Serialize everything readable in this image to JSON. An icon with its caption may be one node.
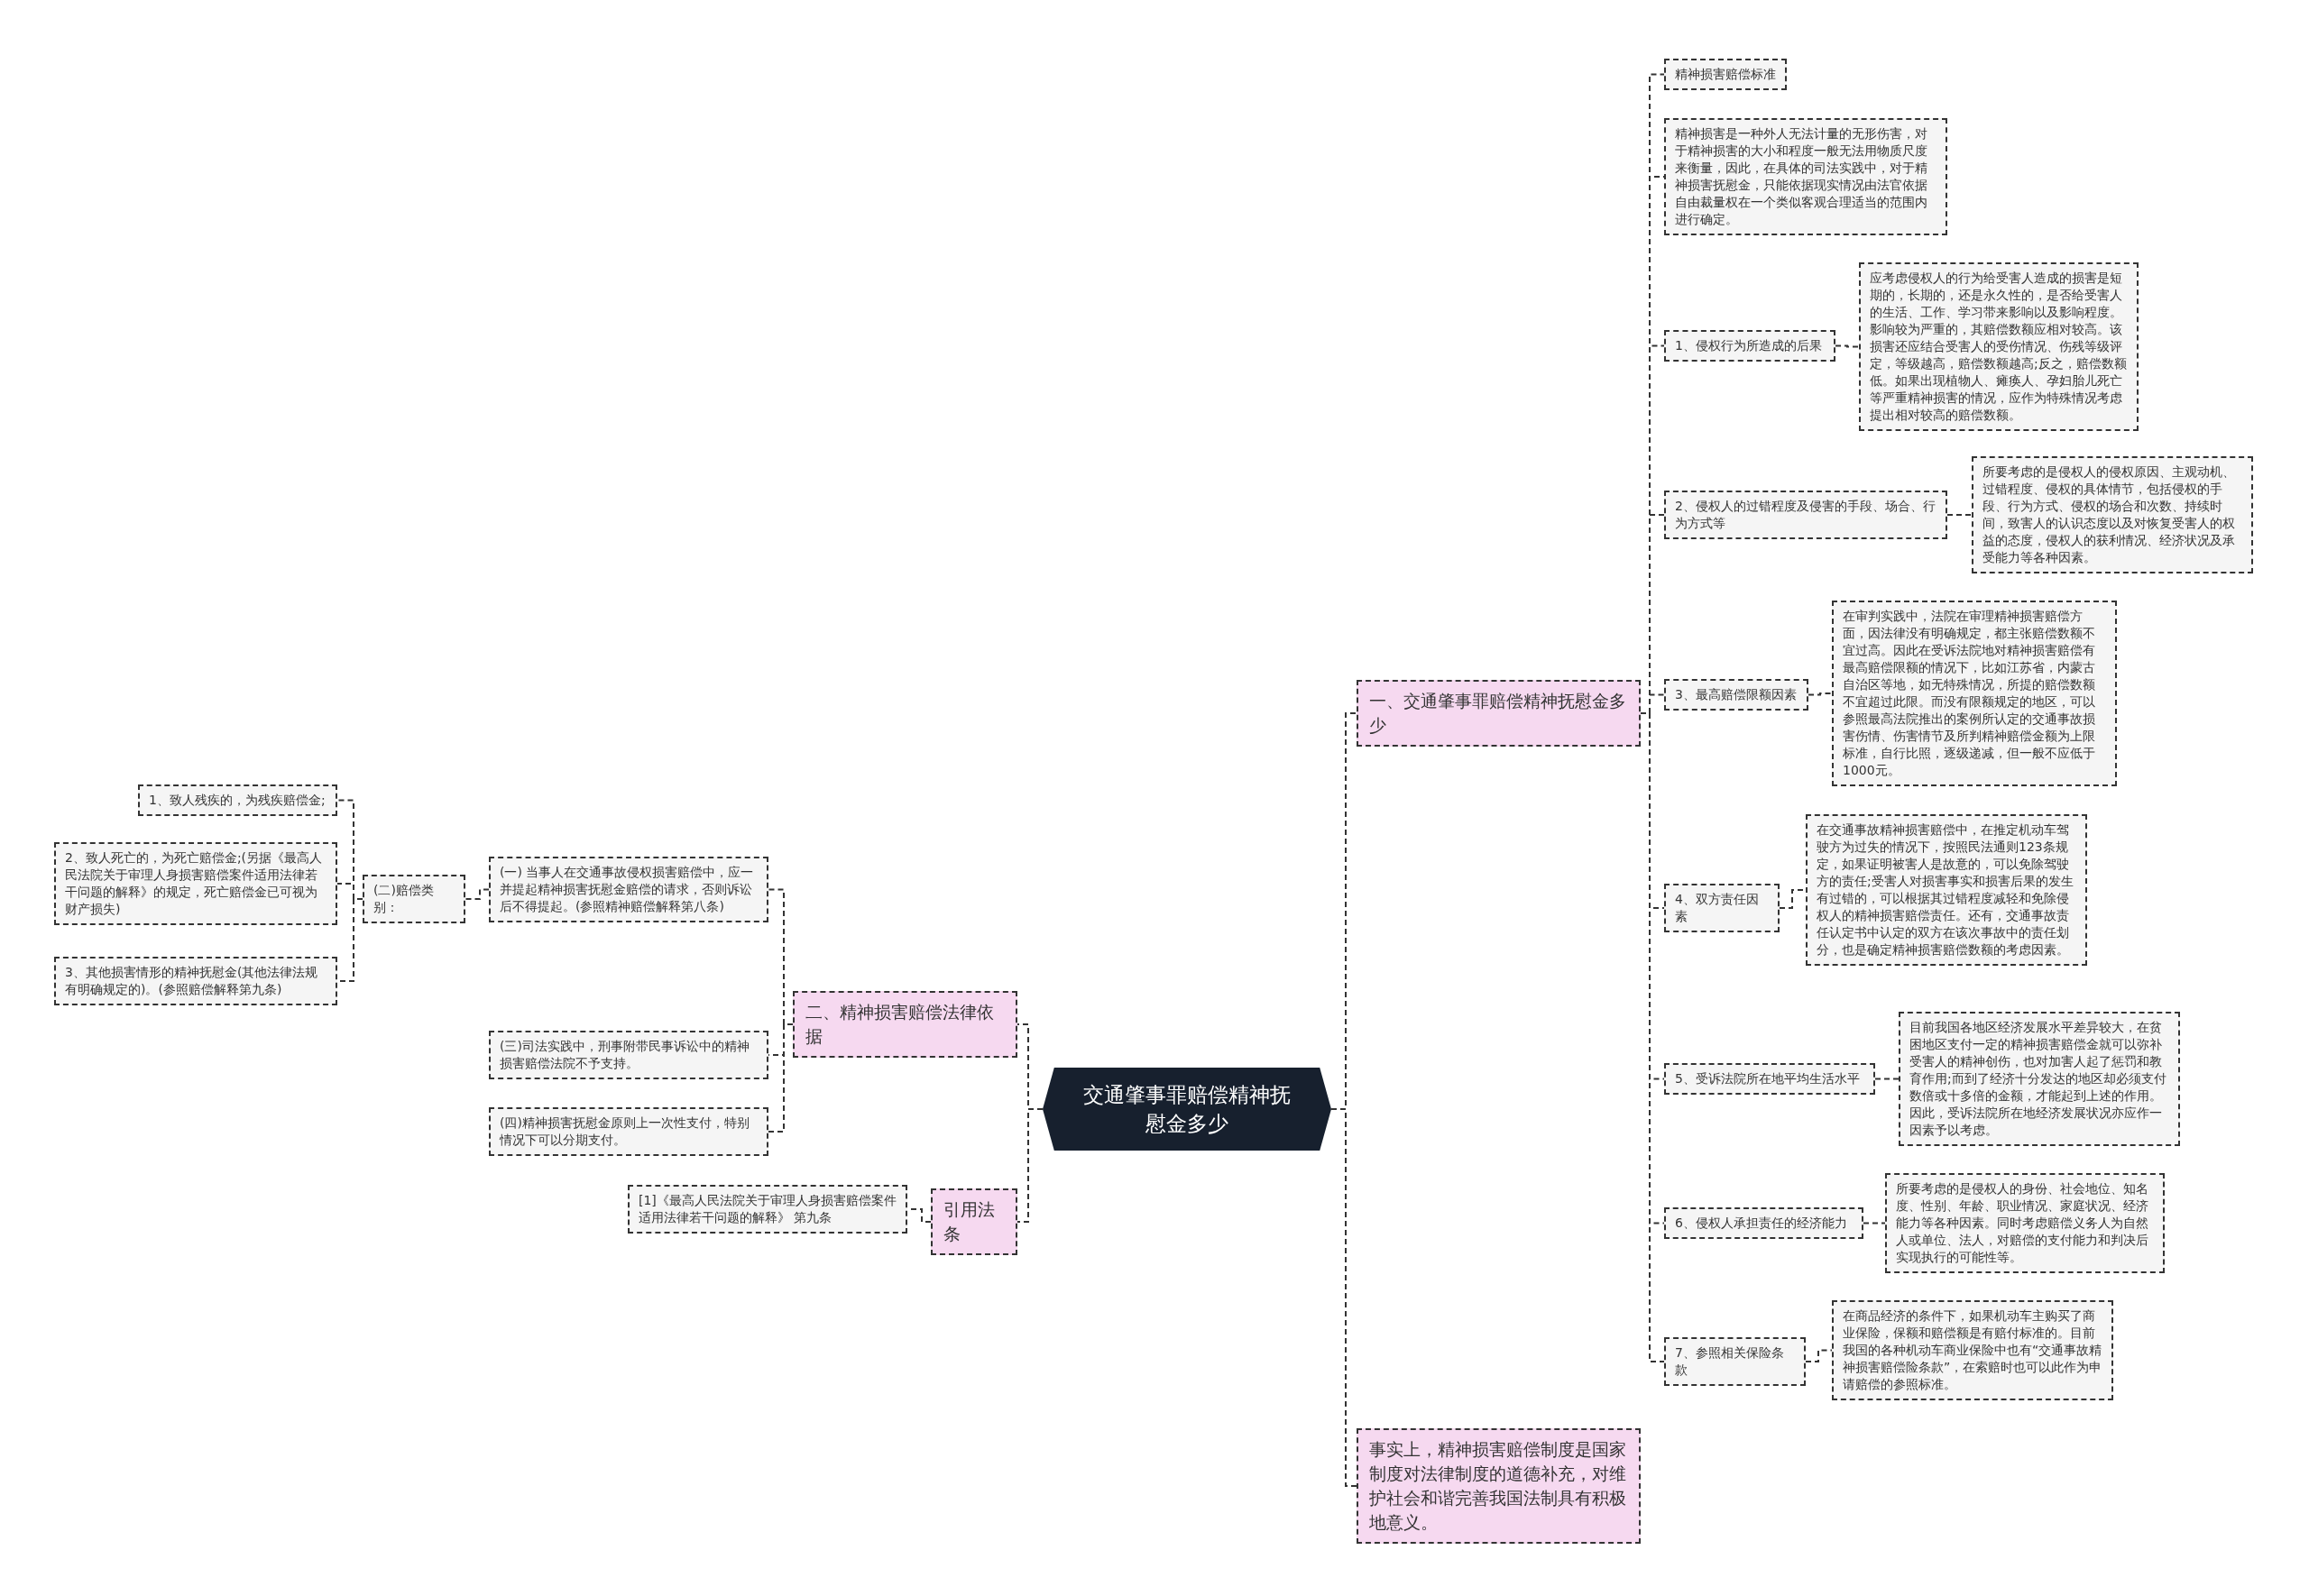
{
  "diagram": {
    "nodes": [
      {
        "text": [
          "交通肇事罪赔偿精神抚慰金多少"
        ]
      },
      {
        "text": [
          "一、交通肇事罪赔偿精神抚慰金多少"
        ]
      },
      {
        "text": [
          "精神损害赔偿标准"
        ]
      },
      {
        "text": [
          "精神损害是一种外人无法计量的无形伤害，对于精神损害的大小和程度一般无法用物质尺度来衡量，因此，在具体的司法实践中，对于精神损害抚慰金，只能依据现实情况由法官依据自由裁量权在一个类似客观合理适当的范围内进行确定。"
        ]
      },
      {
        "text": [
          "1、侵权行为所造成的后果"
        ]
      },
      {
        "text": [
          "应考虑侵权人的行为给受害人造成的损害是短期的，长期的，还是永久性的，是否给受害人的生活、工作、学习带来影响以及影响程度。影响较为严重的，其赔偿数额应相对较高。该损害还应结合受害人的受伤情况、伤残等级评定，等级越高，赔偿数额越高;反之，赔偿数额低。如果出现植物人、瘫痪人、孕妇胎儿死亡等严重精神损害的情况，应作为特殊情况考虑提出相对较高的赔偿数额。"
        ]
      },
      {
        "text": [
          "2、侵权人的过错程度及侵害的手段、场合、行为方式等"
        ]
      },
      {
        "text": [
          "所要考虑的是侵权人的侵权原因、主观动机、过错程度、侵权的具体情节，包括侵权的手段、行为方式、侵权的场合和次数、持续时间，致害人的认识态度以及对恢复受害人的权益的态度，侵权人的获利情况、经济状况及承受能力等各种因素。"
        ]
      },
      {
        "text": [
          "3、最高赔偿限额因素"
        ]
      },
      {
        "text": [
          "在审判实践中，法院在审理精神损害赔偿方面，因法律没有明确规定，都主张赔偿数额不宜过高。因此在受诉法院地对精神损害赔偿有最高赔偿限额的情况下，比如江苏省，内蒙古自治区等地，如无特殊情况，所提的赔偿数额不宜超过此限。而没有限额规定的地区，可以参照最高法院推出的案例所认定的交通事故损害伤情、伤害情节及所判精神赔偿金额为上限标准，自行比照，逐级递减，但一般不应低于1000元。"
        ]
      },
      {
        "text": [
          "4、双方责任因素"
        ]
      },
      {
        "text": [
          "在交通事故精神损害赔偿中，在推定机动车驾驶方为过失的情况下，按照民法通则123条规定，如果证明被害人是故意的，可以免除驾驶方的责任;受害人对损害事实和损害后果的发生有过错的，可以根据其过错程度减轻和免除侵权人的精神损害赔偿责任。还有，交通事故责任认定书中认定的双方在该次事故中的责任划分，也是确定精神损害赔偿数额的考虑因素。"
        ]
      },
      {
        "text": [
          "5、受诉法院所在地平均生活水平"
        ]
      },
      {
        "text": [
          "目前我国各地区经济发展水平差异较大，在贫困地区支付一定的精神损害赔偿金就可以弥补受害人的精神创伤，也对加害人起了惩罚和教育作用;而到了经济十分发达的地区却必须支付数倍或十多倍的金额，才能起到上述的作用。因此，受诉法院所在地经济发展状况亦应作一因素予以考虑。"
        ]
      },
      {
        "text": [
          "6、侵权人承担责任的经济能力"
        ]
      },
      {
        "text": [
          "所要考虑的是侵权人的身份、社会地位、知名度、性别、年龄、职业情况、家庭状况、经济能力等各种因素。同时考虑赔偿义务人为自然人或单位、法人，对赔偿的支付能力和判决后实现执行的可能性等。"
        ]
      },
      {
        "text": [
          "7、参照相关保险条款"
        ]
      },
      {
        "text": [
          "在商品经济的条件下，如果机动车主购买了商业保险，保额和赔偿额是有赔付标准的。目前我国的各种机动车商业保险中也有“交通事故精神损害赔偿险条款”，在索赔时也可以此作为申请赔偿的参照标准。"
        ]
      },
      {
        "text": [
          "事实上，精神损害赔偿制度是国家制度对法律制度的道德补充，对维护社会和谐完善我国法制具有积极地意义。"
        ]
      },
      {
        "text": [
          "二、精神损害赔偿法律依据"
        ]
      },
      {
        "text": [
          "(一) 当事人在交通事故侵权损害赔偿中，应一并提起精神损害抚慰金赔偿的请求，否则诉讼后不得提起。(参照精神赔偿解释第八条)"
        ]
      },
      {
        "text": [
          "(二)赔偿类别："
        ]
      },
      {
        "text": [
          "1、致人残疾的，为残疾赔偿金;"
        ]
      },
      {
        "text": [
          "2、致人死亡的，为死亡赔偿金;(另据《最高人民法院关于审理人身损害赔偿案件适用法律若干问题的解释》的规定，死亡赔偿金已可视为财产损失)"
        ]
      },
      {
        "text": [
          "3、其他损害情形的精神抚慰金(其他法律法规有明确规定的)。(参照赔偿解释第九条)"
        ]
      },
      {
        "text": [
          "(三)司法实践中，刑事附带民事诉讼中的精神损害赔偿法院不予支持。"
        ]
      },
      {
        "text": [
          "(四)精神损害抚慰金原则上一次性支付，特别情况下可以分期支付。"
        ]
      },
      {
        "text": [
          "引用法条"
        ]
      },
      {
        "text": [
          "[1]《最高人民法院关于审理人身损害赔偿案件适用法律若干问题的解释》 第九条"
        ]
      }
    ],
    "edges": [
      {
        "from": 0,
        "to": 1,
        "arrow": "none"
      },
      {
        "from": 1,
        "to": 2,
        "arrow": "none"
      },
      {
        "from": 1,
        "to": 3,
        "arrow": "none"
      },
      {
        "from": 1,
        "to": 4,
        "arrow": "none"
      },
      {
        "from": 4,
        "to": 5,
        "arrow": "none"
      },
      {
        "from": 1,
        "to": 6,
        "arrow": "none"
      },
      {
        "from": 6,
        "to": 7,
        "arrow": "none"
      },
      {
        "from": 1,
        "to": 8,
        "arrow": "none"
      },
      {
        "from": 8,
        "to": 9,
        "arrow": "none"
      },
      {
        "from": 1,
        "to": 10,
        "arrow": "none"
      },
      {
        "from": 10,
        "to": 11,
        "arrow": "none"
      },
      {
        "from": 1,
        "to": 12,
        "arrow": "none"
      },
      {
        "from": 12,
        "to": 13,
        "arrow": "none"
      },
      {
        "from": 1,
        "to": 14,
        "arrow": "none"
      },
      {
        "from": 14,
        "to": 15,
        "arrow": "none"
      },
      {
        "from": 1,
        "to": 16,
        "arrow": "none"
      },
      {
        "from": 16,
        "to": 17,
        "arrow": "none"
      },
      {
        "from": 0,
        "to": 18,
        "arrow": "none"
      },
      {
        "from": 0,
        "to": 19,
        "arrow": "none"
      },
      {
        "from": 19,
        "to": 20,
        "arrow": "none"
      },
      {
        "from": 20,
        "to": 21,
        "arrow": "none"
      },
      {
        "from": 21,
        "to": 22,
        "arrow": "none"
      },
      {
        "from": 21,
        "to": 23,
        "arrow": "none"
      },
      {
        "from": 21,
        "to": 24,
        "arrow": "none"
      },
      {
        "from": 19,
        "to": 25,
        "arrow": "none"
      },
      {
        "from": 19,
        "to": 26,
        "arrow": "none"
      },
      {
        "from": 0,
        "to": 27,
        "arrow": "none"
      },
      {
        "from": 27,
        "to": 28,
        "arrow": "none"
      }
    ]
  }
}
